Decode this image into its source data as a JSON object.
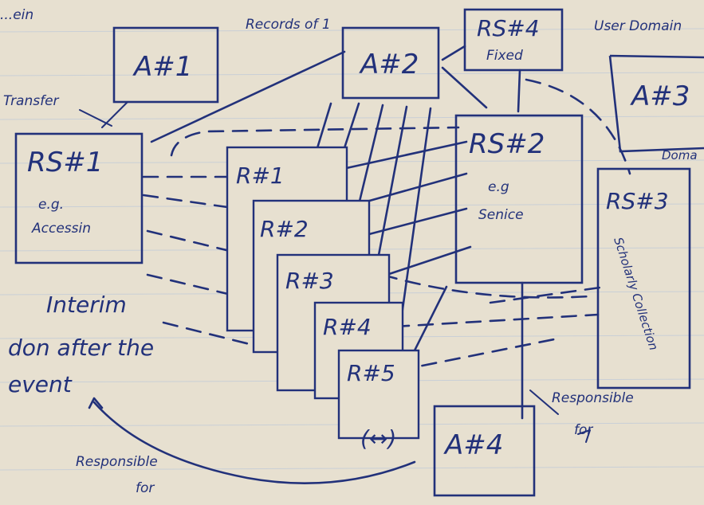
{
  "nodes": {
    "a1": "A#1",
    "a2": "A#2",
    "a3": "A#3",
    "a4": "A#4",
    "rs1": "RS#1",
    "rs1_note1": "e.g.",
    "rs1_note2": "Accessin",
    "rs2": "RS#2",
    "rs2_note1": "e.g",
    "rs2_note2": "Senice",
    "rs3": "RS#3",
    "rs3_note": "Scholarly Collection",
    "rs4": "RS#4",
    "rs4_note": "Fixed",
    "r1": "R#1",
    "r2": "R#2",
    "r3": "R#3",
    "r4": "R#4",
    "r5": "R#5"
  },
  "notes": {
    "top_left": "...ein",
    "transfer": "Transfer",
    "records_of_1": "Records of 1",
    "user_domain": "User Domain",
    "doma": "Doma",
    "interim_1": "Interim",
    "interim_2": "don after the",
    "interim_3": "event",
    "responsible_1": "Responsible",
    "responsible_2": "for",
    "responsible_left_1": "Responsible",
    "responsible_left_2": "for",
    "double_arrow": "(↔)"
  }
}
